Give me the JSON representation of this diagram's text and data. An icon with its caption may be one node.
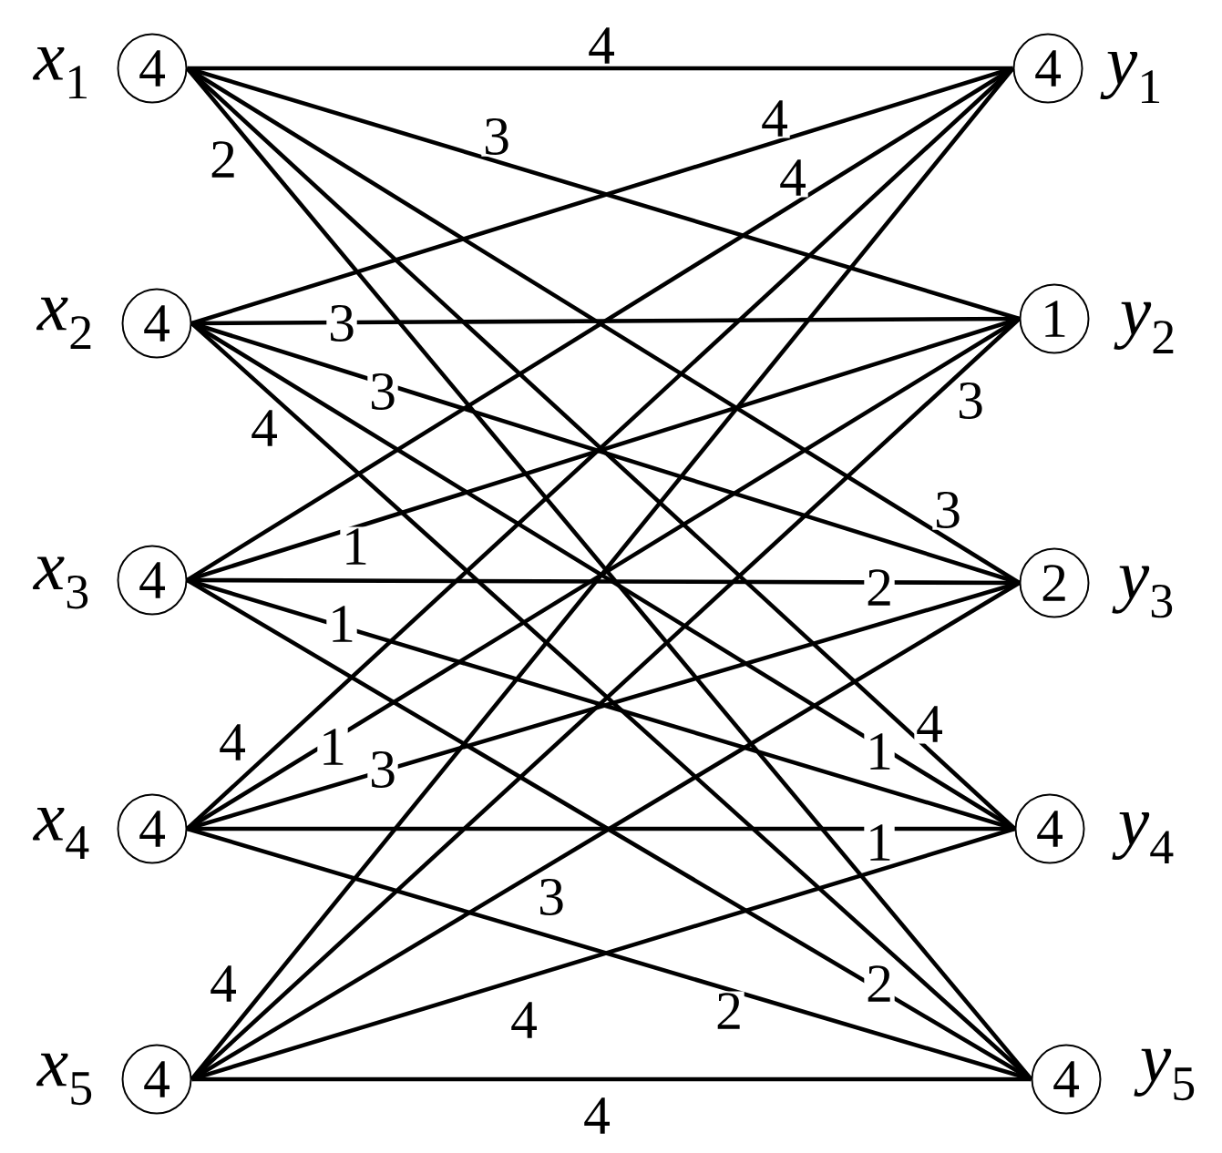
{
  "diagram": {
    "nodes": [
      {
        "text": [
          "4"
        ],
        "beside": [
          "*x*$_{1}$"
        ]
      },
      {
        "text": [
          "4"
        ],
        "beside": [
          "*x*$_{2}$"
        ]
      },
      {
        "text": [
          "4"
        ],
        "beside": [
          "*x*$_{3}$"
        ]
      },
      {
        "text": [
          "4"
        ],
        "beside": [
          "*x*$_{4}$"
        ]
      },
      {
        "text": [
          "4"
        ],
        "beside": [
          "*x*$_{5}$"
        ]
      },
      {
        "text": [
          "4"
        ],
        "beside": [
          "*y*$_{1}$"
        ]
      },
      {
        "text": [
          "1"
        ],
        "beside": [
          "*y*$_{2}$"
        ]
      },
      {
        "text": [
          "2"
        ],
        "beside": [
          "*y*$_{3}$"
        ]
      },
      {
        "text": [
          "4"
        ],
        "beside": [
          "*y*$_{4}$"
        ]
      },
      {
        "text": [
          "4"
        ],
        "beside": [
          "*y*$_{5}$"
        ]
      }
    ],
    "edges": [
      {
        "from": 0,
        "to": 5,
        "arrow": "none",
        "label": "4"
      },
      {
        "from": 0,
        "to": 6,
        "arrow": "none",
        "label": "3"
      },
      {
        "from": 0,
        "to": 7,
        "arrow": "none",
        "label": "3"
      },
      {
        "from": 0,
        "to": 8,
        "arrow": "none",
        "label": "4"
      },
      {
        "from": 0,
        "to": 9,
        "arrow": "none",
        "label": "2"
      },
      {
        "from": 1,
        "to": 5,
        "arrow": "none",
        "label": "4"
      },
      {
        "from": 1,
        "to": 6,
        "arrow": "none",
        "label": "3"
      },
      {
        "from": 1,
        "to": 7,
        "arrow": "none",
        "label": "3"
      },
      {
        "from": 1,
        "to": 8,
        "arrow": "none",
        "label": "1"
      },
      {
        "from": 1,
        "to": 9,
        "arrow": "none",
        "label": "4"
      },
      {
        "from": 2,
        "to": 5,
        "arrow": "none",
        "label": "4"
      },
      {
        "from": 2,
        "to": 6,
        "arrow": "none",
        "label": "1"
      },
      {
        "from": 2,
        "to": 7,
        "arrow": "none",
        "label": "2"
      },
      {
        "from": 2,
        "to": 8,
        "arrow": "none",
        "label": "1"
      },
      {
        "from": 2,
        "to": 9,
        "arrow": "none",
        "label": "2"
      },
      {
        "from": 3,
        "to": 5,
        "arrow": "none",
        "label": "4"
      },
      {
        "from": 3,
        "to": 6,
        "arrow": "none",
        "label": "1"
      },
      {
        "from": 3,
        "to": 7,
        "arrow": "none",
        "label": "3"
      },
      {
        "from": 3,
        "to": 8,
        "arrow": "none",
        "label": "1"
      },
      {
        "from": 3,
        "to": 9,
        "arrow": "none",
        "label": "2"
      },
      {
        "from": 4,
        "to": 5,
        "arrow": "none",
        "label": "4"
      },
      {
        "from": 4,
        "to": 6,
        "arrow": "none",
        "label": "3"
      },
      {
        "from": 4,
        "to": 7,
        "arrow": "none",
        "label": "3"
      },
      {
        "from": 4,
        "to": 8,
        "arrow": "none",
        "label": "4"
      },
      {
        "from": 4,
        "to": 9,
        "arrow": "none",
        "label": "4"
      }
    ]
  }
}
